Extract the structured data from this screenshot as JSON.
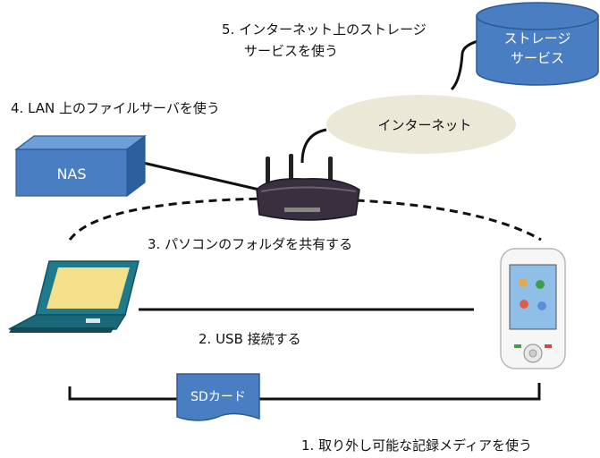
{
  "labels": {
    "storage_service_line1": "5. インターネット上のストレージ",
    "storage_service_line2": "サービスを使う",
    "lan_file_server": "4. LAN 上のファイルサーバを使う",
    "shared_folder": "3. パソコンのフォルダを共有する",
    "usb": "2. USB 接続する",
    "removable_media": "1. 取り外し可能な記録メディアを使う"
  },
  "nodes": {
    "cloud_storage_line1": "ストレージ",
    "cloud_storage_line2": "サービス",
    "internet": "インターネット",
    "nas": "NAS",
    "sd_card": "SDカード"
  },
  "colors": {
    "blue_fill": "#4a7ec2",
    "blue_stroke": "#2c5a94",
    "cloud_fill": "#ece8d8",
    "line": "#111111",
    "laptop_body": "#1f7a8c",
    "laptop_screen": "#f4e08a"
  }
}
